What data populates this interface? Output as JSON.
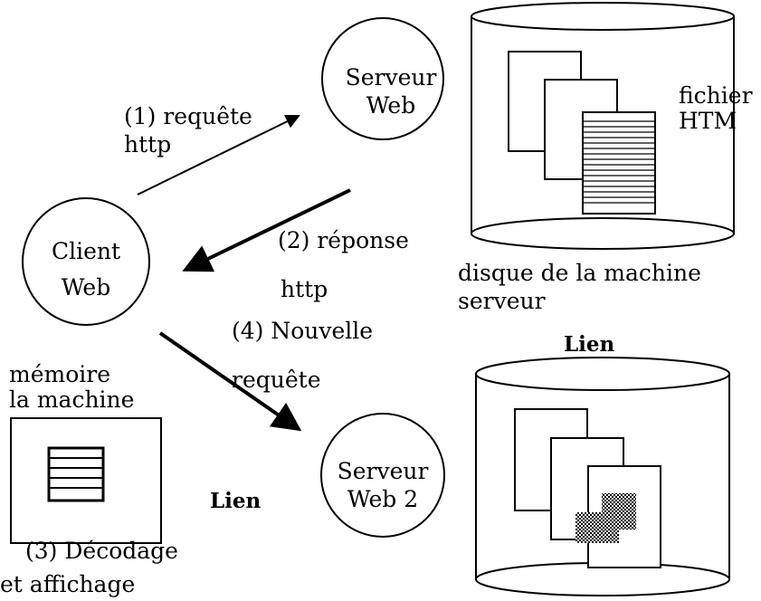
{
  "labels": {
    "server_web": "Serveur\nWeb",
    "server_web_2": "Serveur\nWeb 2",
    "client_web": "Client\nWeb",
    "request_http": "(1) requête\nhttp",
    "response_http_1": "(2) réponse",
    "response_http_2": "http",
    "new_request_1": "(4) Nouvelle",
    "new_request_2": "requête",
    "file_htm": "fichier\nHTM",
    "server_disk": "disque de la machine\nserveur",
    "link_top": "Lien",
    "link_bottom": "Lien",
    "client_memory": "mémoire\nla machine",
    "decode_display_1": "(3) Décodage",
    "decode_display_2": "et affichage"
  },
  "colors": {
    "stroke": "#000000",
    "background": "#ffffff"
  }
}
